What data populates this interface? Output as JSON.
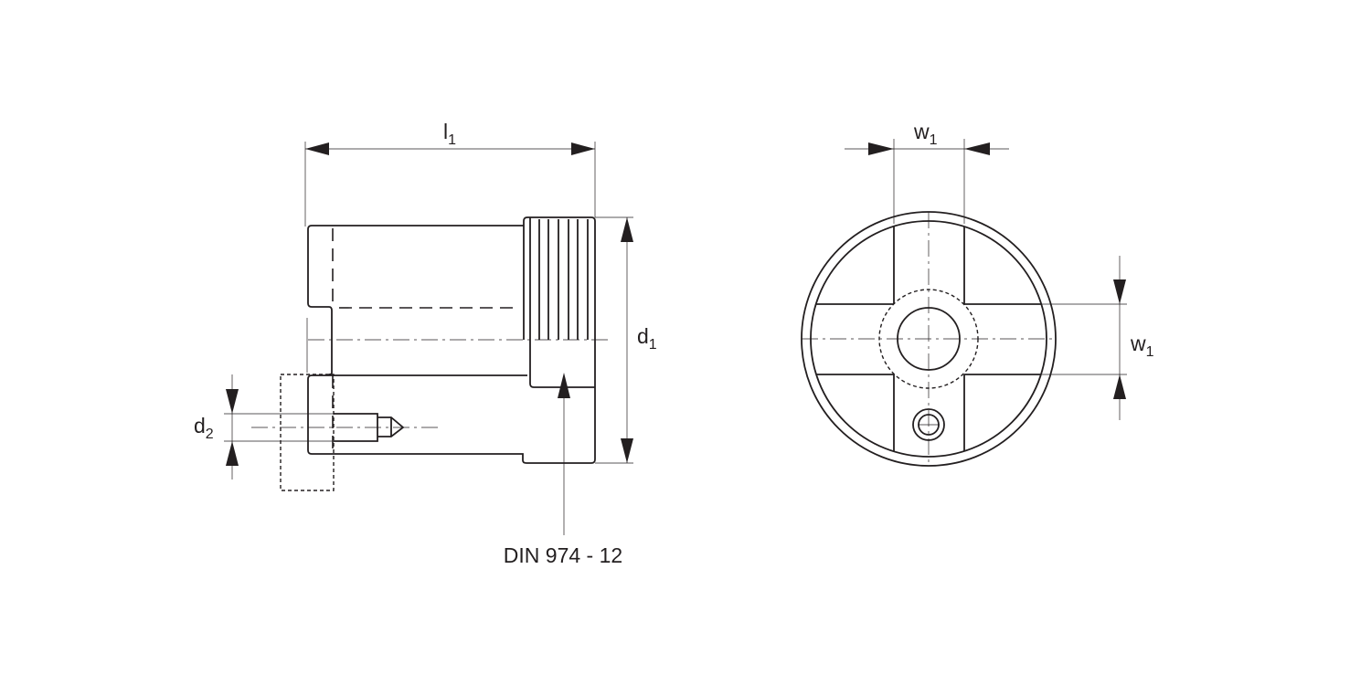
{
  "labels": {
    "l1": {
      "main": "l",
      "sub": "1"
    },
    "d1": {
      "main": "d",
      "sub": "1"
    },
    "d2": {
      "main": "d",
      "sub": "2"
    },
    "w1_top": {
      "main": "w",
      "sub": "1"
    },
    "w1_right": {
      "main": "w",
      "sub": "1"
    }
  },
  "callout": "DIN 974 - 12",
  "colors": {
    "line": "#231f20",
    "background": "#ffffff"
  }
}
